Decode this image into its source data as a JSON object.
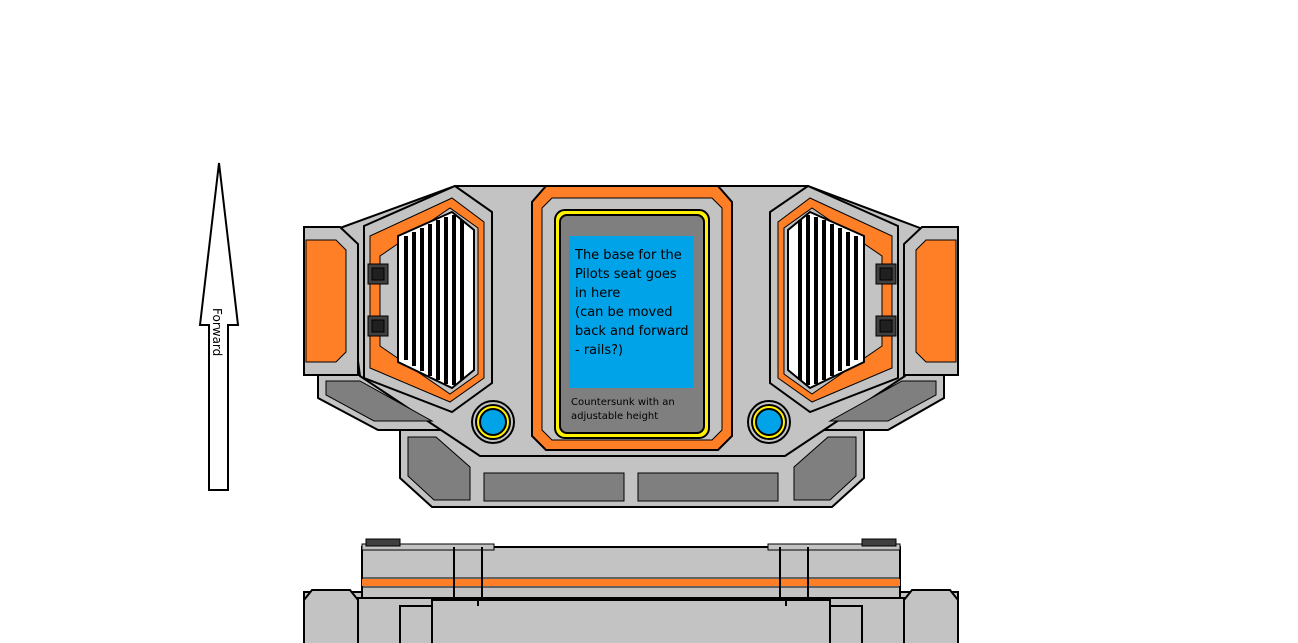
{
  "arrow": {
    "label": "Forward"
  },
  "screen": {
    "lines": [
      "The base for the",
      "Pilots seat goes",
      "in here",
      "(can be moved",
      "back and forward",
      "- rails?)"
    ]
  },
  "lower_note": {
    "lines": [
      "Countersunk with an",
      "adjustable height"
    ]
  },
  "colors": {
    "hull": "#c3c3c3",
    "panel": "#7f7f7f",
    "accent": "#ff7f27",
    "screen": "#00a2e8",
    "trim": "#fff200",
    "outline": "#000000"
  }
}
